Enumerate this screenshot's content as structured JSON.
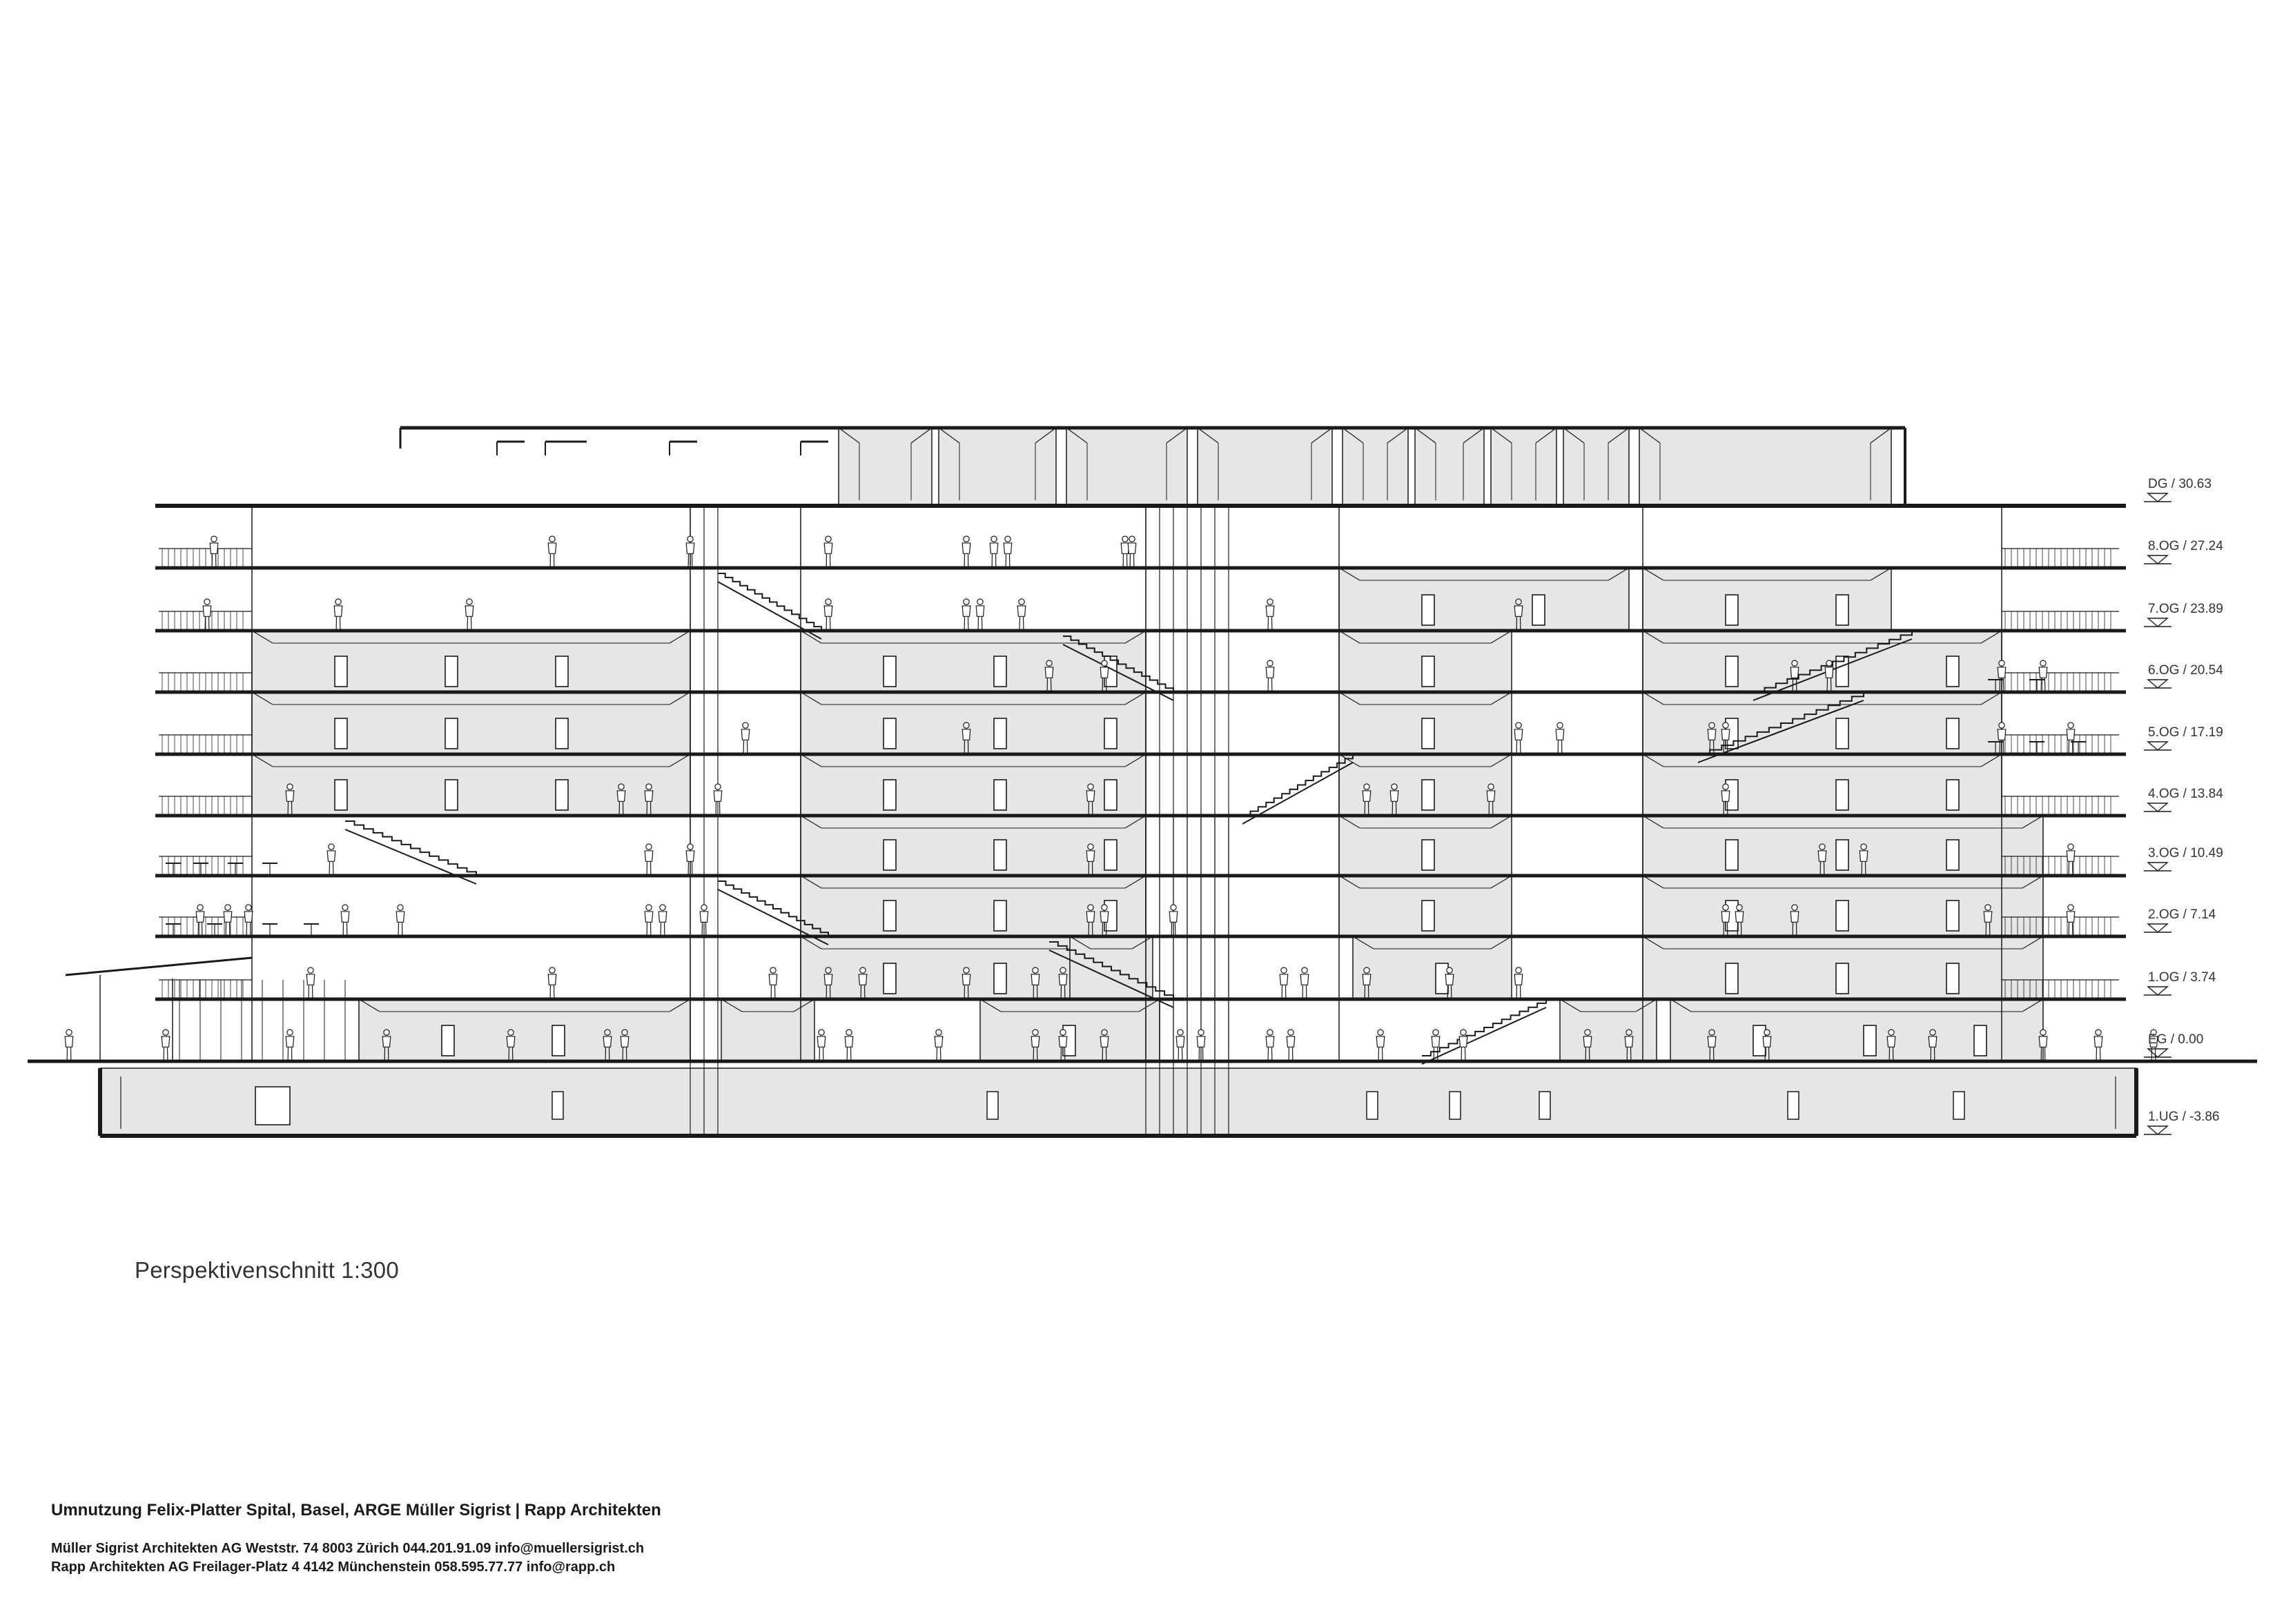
{
  "drawing": {
    "caption": "Perspektivenschnitt 1:300",
    "levels": [
      {
        "label": "DG / 30.63"
      },
      {
        "label": "8.OG / 27.24"
      },
      {
        "label": "7.OG / 23.89"
      },
      {
        "label": "6.OG / 20.54"
      },
      {
        "label": "5.OG / 17.19"
      },
      {
        "label": "4.OG / 13.84"
      },
      {
        "label": "3.OG / 10.49"
      },
      {
        "label": "2.OG / 7.14"
      },
      {
        "label": "1.OG / 3.74"
      },
      {
        "label": "EG / 0.00"
      },
      {
        "label": "1.UG / -3.86"
      }
    ]
  },
  "title_block": {
    "title": "Umnutzung Felix-Platter Spital, Basel, ARGE Müller Sigrist | Rapp Architekten",
    "line1": "Müller Sigrist Architekten AG Weststr. 74 8003 Zürich 044.201.91.09 info@muellersigrist.ch",
    "line2": "Rapp Architekten AG Freilager-Platz 4 4142 Münchenstein 058.595.77.77 info@rapp.ch"
  },
  "colors": {
    "line": "#1a1a1a",
    "room_fill": "#e6e6e6",
    "background": "#ffffff"
  }
}
